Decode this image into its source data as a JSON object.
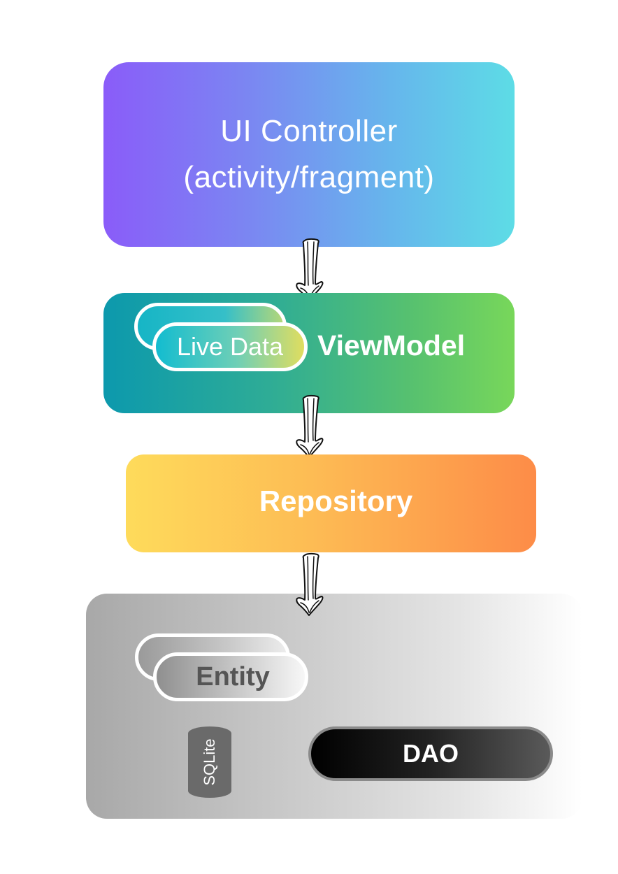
{
  "ui_controller": {
    "line1": "UI Controller",
    "line2": "(activity/fragment)"
  },
  "viewmodel": {
    "title": "ViewModel",
    "livedata_label": "Live Data"
  },
  "repository": {
    "title": "Repository"
  },
  "data_layer": {
    "entity_label": "Entity",
    "sqlite_label": "SQLite",
    "dao_label": "DAO"
  },
  "colors": {
    "ui_gradient": [
      "#8a5cf9",
      "#5ddce6"
    ],
    "viewmodel_gradient": [
      "#0c99ad",
      "#78d75a"
    ],
    "repository_gradient": [
      "#fedb5b",
      "#fd8c48"
    ],
    "data_gradient": [
      "#a8a8a8",
      "#ffffff"
    ]
  },
  "arrows": [
    "down-arrow-icon",
    "down-arrow-icon",
    "down-arrow-icon"
  ]
}
